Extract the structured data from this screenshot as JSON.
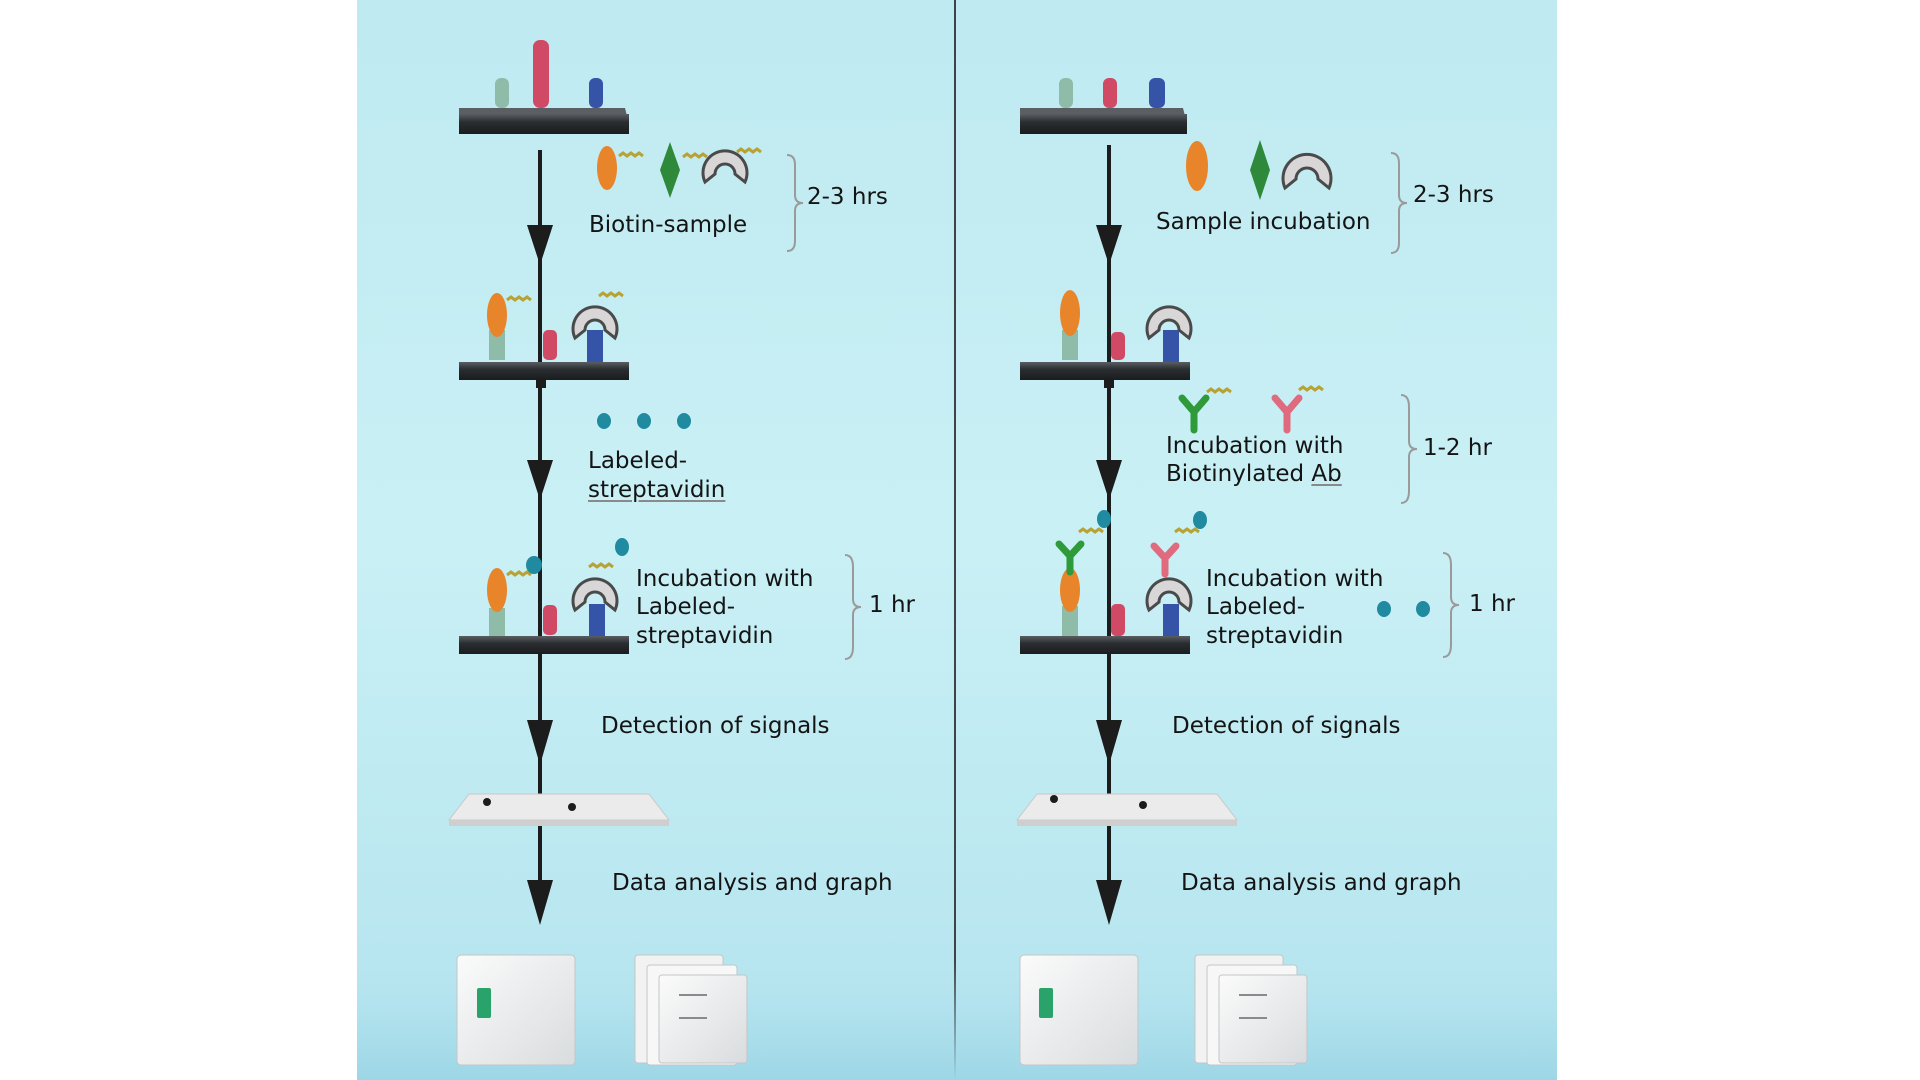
{
  "left": {
    "step1": "Biotin-sample",
    "time1": "2-3 hrs",
    "step2_line1": "Labeled-",
    "step2_line2": "streptavidin",
    "step3_line1": "Incubation with",
    "step3_line2": "Labeled-",
    "step3_line3": "streptavidin",
    "time3": "1 hr",
    "detect": "Detection of signals",
    "analysis": "Data analysis and graph"
  },
  "right": {
    "step1": "Sample incubation",
    "time1": "2-3 hrs",
    "step2_line1": "Incubation with",
    "step2_line2a": "Biotinylated ",
    "step2_line2b": "Ab",
    "time2": "1-2 hr",
    "step3_line1": "Incubation with",
    "step3_line2": "Labeled-",
    "step3_line3": "streptavidin",
    "time3": "1 hr",
    "detect": "Detection of signals",
    "analysis": "Data analysis and graph"
  },
  "colors": {
    "background": "#c4edf3",
    "arrow": "#1c1c1c",
    "probe_orange": "#e8842a",
    "probe_green": "#2e8a3a",
    "probe_pink": "#d4506a",
    "probe_blue": "#3858b0",
    "label_teal": "#1f8aa0"
  }
}
